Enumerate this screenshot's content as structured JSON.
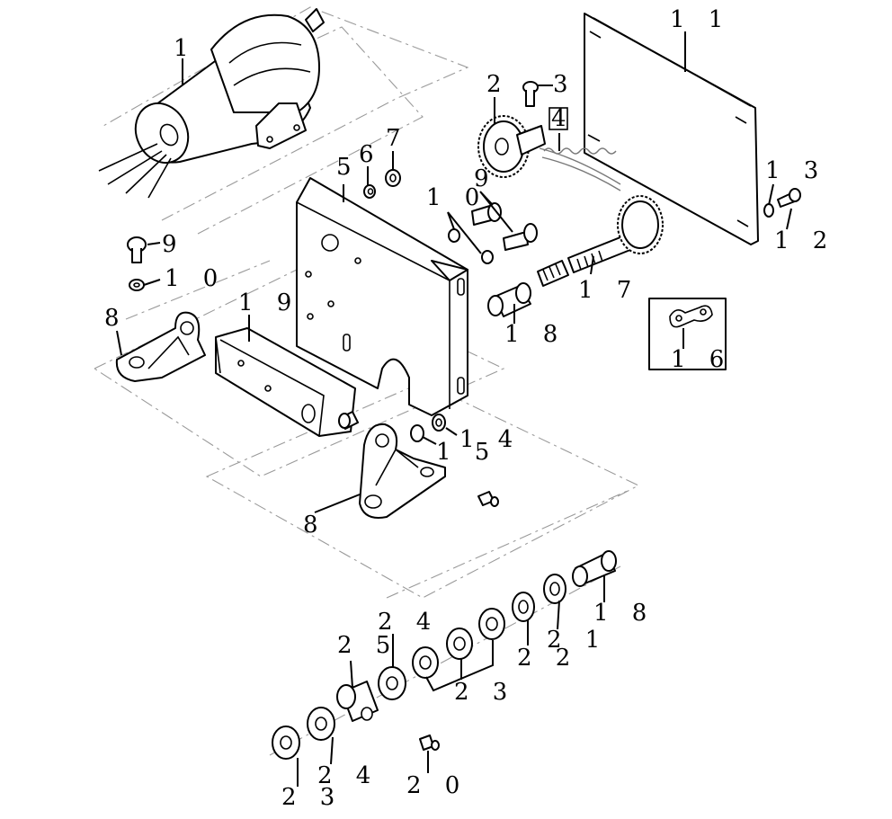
{
  "diagram": {
    "callouts": {
      "c1": "1",
      "c11": "1 1",
      "c2": "2",
      "c3": "3",
      "c4": "4",
      "c13": "1 3",
      "c12": "1 2",
      "c6": "6",
      "c7": "7",
      "c5": "5",
      "c9a": "9",
      "c10a": "1 0",
      "c9b": "9",
      "c10b": "1 0",
      "c17": "1 7",
      "c18a": "1 8",
      "c16": "1 6",
      "c8a": "8",
      "c19": "1 9",
      "c14": "1 4",
      "c15": "1 5",
      "c8b": "8",
      "c18b": "1 8",
      "c24a": "2 4",
      "c25": "2 5",
      "c21": "2 1",
      "c22": "2 2",
      "c23a": "2 3",
      "c24b": "2 4",
      "c20": "2 0",
      "c23b": "2 3"
    }
  }
}
